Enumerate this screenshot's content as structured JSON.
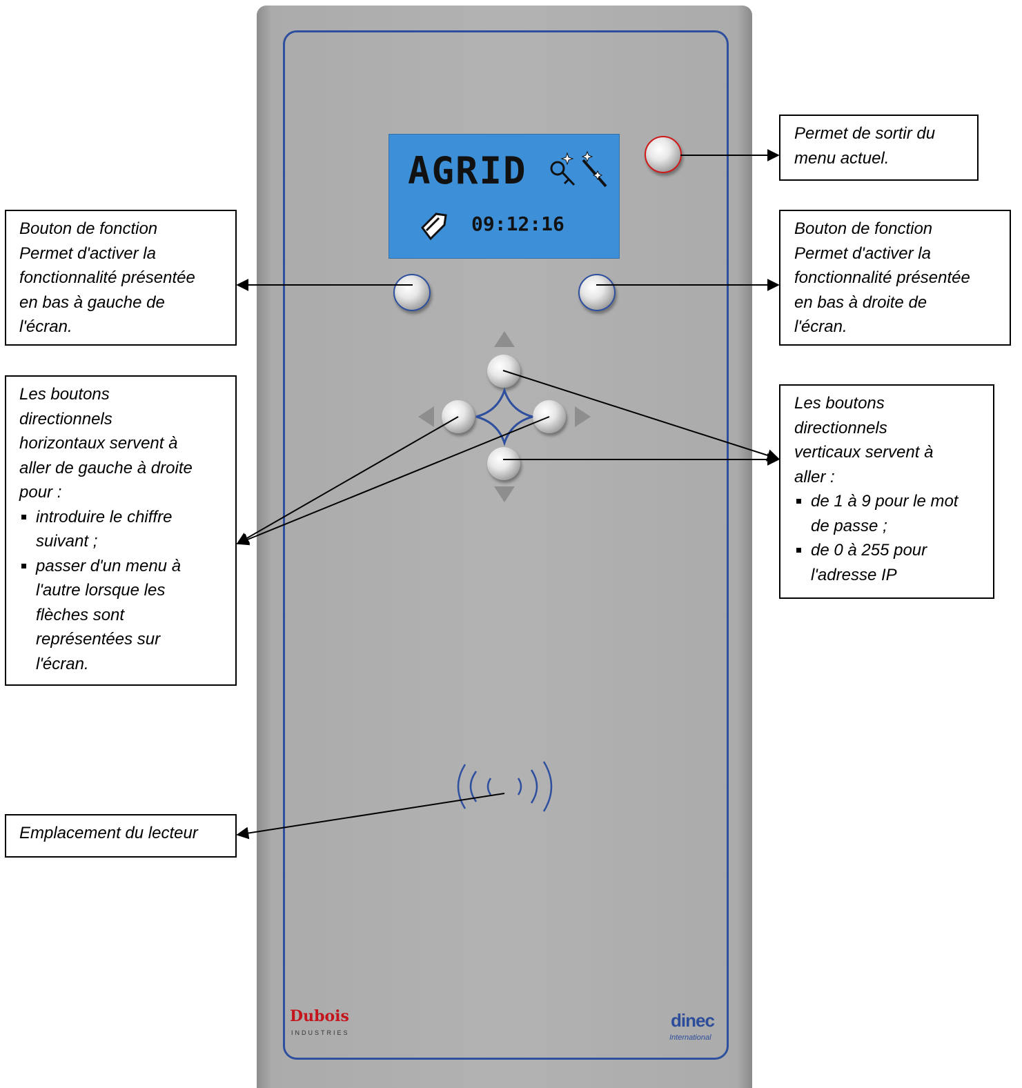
{
  "device": {
    "brand": "AGRID",
    "clock": "09:12:16",
    "logo_left": "Dubois",
    "logo_left_sub": "INDUSTRIES",
    "logo_right": "dinec",
    "logo_right_sub": "International",
    "colors": {
      "panel": "#b0b0b0",
      "border": "#2e4f9e",
      "screen": "#3d8fd7",
      "exit_ring": "#d01818"
    }
  },
  "callouts": {
    "exit": {
      "lines": [
        "Permet de sortir du",
        "menu actuel."
      ]
    },
    "function_left": {
      "lines": [
        "Bouton de fonction",
        "Permet d'activer la",
        "fonctionnalité présentée",
        "en bas à gauche de",
        "l'écran."
      ]
    },
    "function_right": {
      "lines": [
        "Bouton de fonction",
        "Permet d'activer la",
        "fonctionnalité présentée",
        "en bas à droite de",
        "l'écran."
      ]
    },
    "horizontal": {
      "lines": [
        "Les boutons",
        "directionnels",
        "horizontaux servent à",
        "aller de gauche à droite",
        "pour :"
      ],
      "bullets": [
        [
          "introduire le chiffre",
          "suivant ;"
        ],
        [
          "passer d'un menu à",
          "l'autre lorsque les",
          "flèches sont",
          "représentées sur",
          "l'écran."
        ]
      ]
    },
    "vertical": {
      "lines": [
        "Les boutons",
        "directionnels",
        "verticaux servent à",
        "aller :"
      ],
      "bullets": [
        [
          "de 1 à 9 pour le mot",
          "de passe ;"
        ],
        [
          "de 0 à 255 pour",
          "l'adresse IP"
        ]
      ]
    },
    "reader": {
      "lines": [
        "Emplacement du lecteur"
      ]
    }
  }
}
